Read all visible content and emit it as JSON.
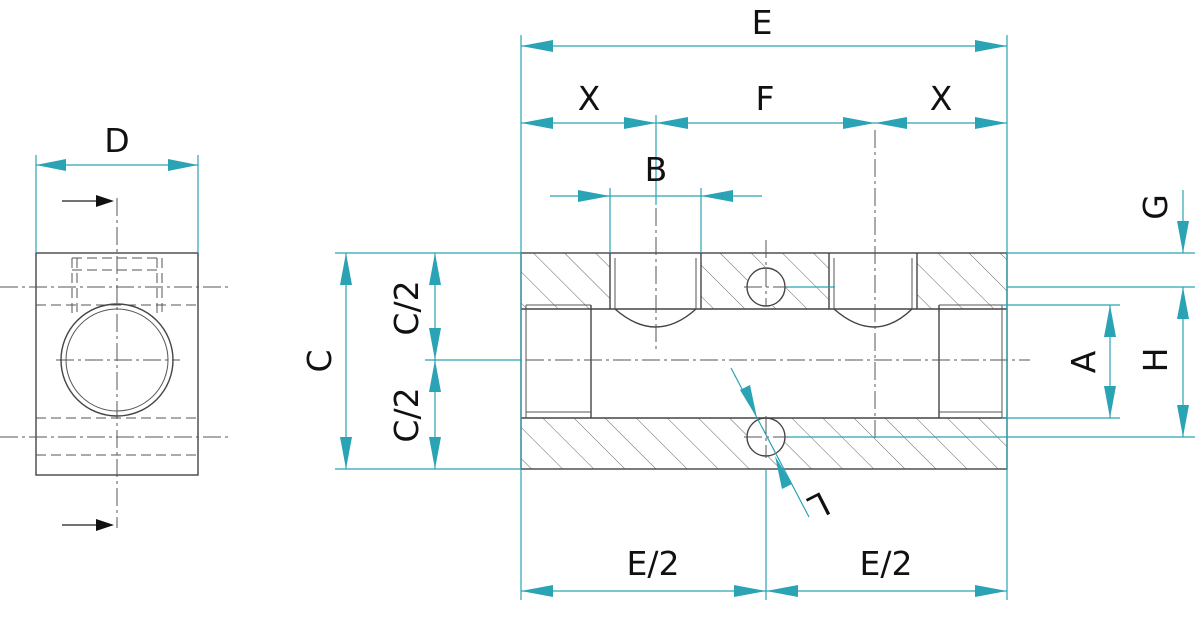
{
  "labels": {
    "d": "D",
    "e": "E",
    "x_left": "X",
    "f": "F",
    "x_right": "X",
    "b": "B",
    "g": "G",
    "c": "C",
    "c_half_top": "C/2",
    "c_half_bottom": "C/2",
    "a": "A",
    "h": "H",
    "l": "L",
    "e_half_left": "E/2",
    "e_half_right": "E/2"
  },
  "colors": {
    "dimension": "#2aa3b5",
    "outline": "#444444",
    "text": "#111111"
  }
}
